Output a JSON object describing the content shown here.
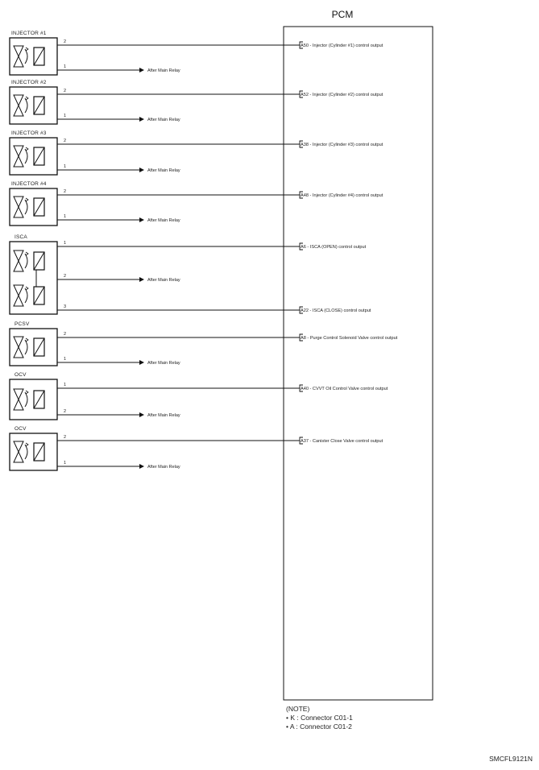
{
  "pcm": {
    "title": "PCM"
  },
  "relay_label": "After Main Relay",
  "components": [
    {
      "name": "INJECTOR #1",
      "coils": 1,
      "pins": [
        {
          "num": "2",
          "target": "A50 - Injector (Cylinder #1) control output"
        },
        {
          "num": "1",
          "relay": true
        }
      ]
    },
    {
      "name": "INJECTOR #2",
      "coils": 1,
      "pins": [
        {
          "num": "2",
          "target": "A52 - Injector (Cylinder #2) control output"
        },
        {
          "num": "1",
          "relay": true
        }
      ]
    },
    {
      "name": "INJECTOR #3",
      "coils": 1,
      "pins": [
        {
          "num": "2",
          "target": "A38 - Injector (Cylinder #3) control output"
        },
        {
          "num": "1",
          "relay": true
        }
      ]
    },
    {
      "name": "INJECTOR #4",
      "coils": 1,
      "pins": [
        {
          "num": "2",
          "target": "A48 - Injector (Cylinder #4) control output"
        },
        {
          "num": "1",
          "relay": true
        }
      ]
    },
    {
      "name": "ISCA",
      "coils": 2,
      "pins": [
        {
          "num": "1",
          "target": "A6 - ISCA (OPEN) control output"
        },
        {
          "num": "2",
          "relay": true
        },
        {
          "num": "3",
          "target": "A22 - ISCA (CLOSE) control output"
        }
      ]
    },
    {
      "name": "PCSV",
      "coils": 1,
      "pins": [
        {
          "num": "2",
          "target": "A8 - Purge Control Solenoid Valve control output"
        },
        {
          "num": "1",
          "relay": true
        }
      ]
    },
    {
      "name": "OCV",
      "coils": 1,
      "pins": [
        {
          "num": "1",
          "target": "A40 - CVVT Oil Control Valve control output"
        },
        {
          "num": "2",
          "relay": true
        }
      ]
    },
    {
      "name": "OCV",
      "coils": 1,
      "pins": [
        {
          "num": "2",
          "target": "A37 - Canister Close Valve control output"
        },
        {
          "num": "1",
          "relay": true
        }
      ]
    }
  ],
  "notes": {
    "heading": "(NOTE)",
    "items": [
      "• K : Connector C01-1",
      "• A : Connector C01-2"
    ]
  },
  "figure_code": "SMCFL9121N"
}
